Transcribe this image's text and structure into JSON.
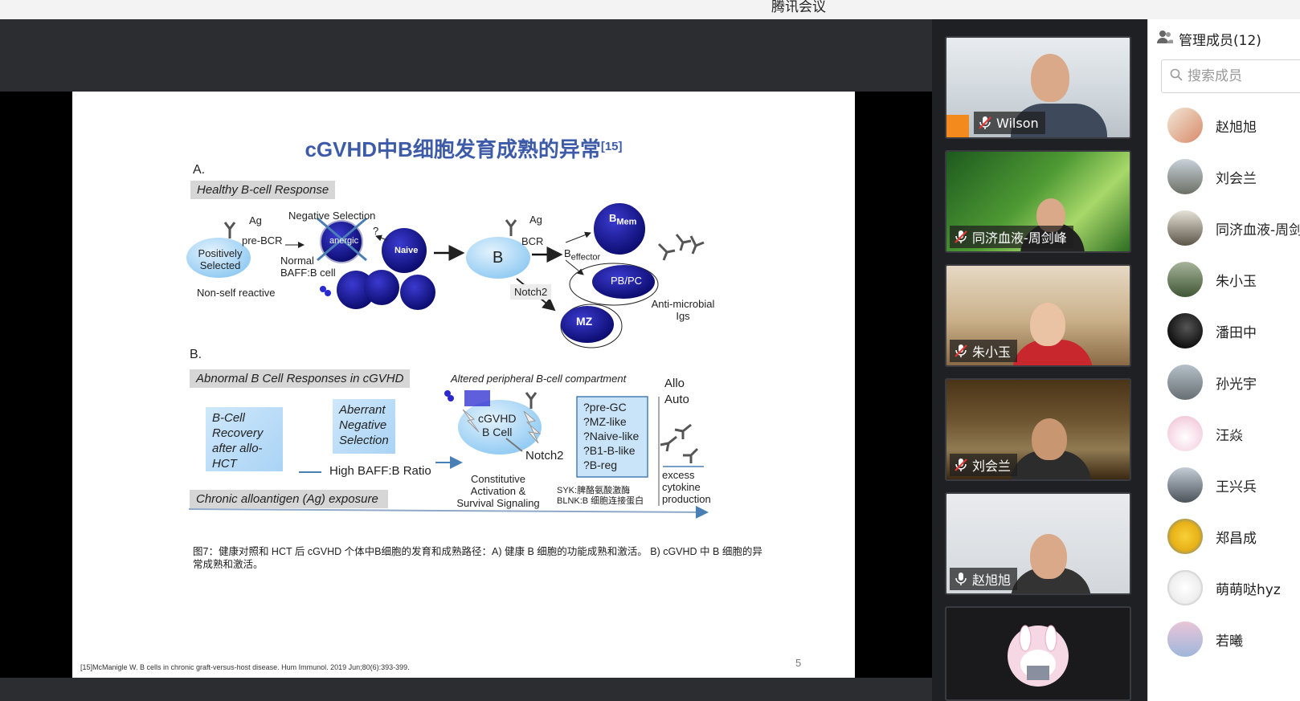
{
  "window": {
    "title": "腾讯会议"
  },
  "slide": {
    "title": "cGVHD中B细胞发育成熟的异常",
    "title_ref": "[15]",
    "section_a": "A.",
    "section_b": "B.",
    "healthy_label": "Healthy B-cell Response",
    "abnormal_label": "Abnormal B Cell Responses in cGVHD",
    "exposure_label": "Chronic alloantigen (Ag) exposure",
    "ag1": "Ag",
    "pre_bcr": "pre-BCR",
    "positively_selected": "Positively\nSelected",
    "non_self": "Non-self reactive",
    "negative_selection": "Negative Selection",
    "anergic": "anergic",
    "question": "?",
    "naive": "Naive",
    "normal_baff": "Normal\nBAFF:B cell",
    "b_cell": "B",
    "ag2": "Ag",
    "bcr": "BCR",
    "b_effector": "B",
    "b_effector_sub": "effector",
    "b_mem": "B",
    "b_mem_sub": "Mem",
    "pbpc": "PB/PC",
    "notch2_a": "Notch2",
    "mz": "MZ",
    "anti_microbial": "Anti-microbial\nIgs",
    "recovery_box": "B-Cell\nRecovery\nafter allo-\nHCT",
    "aberrant_box": "Aberrant\nNegative\nSelection",
    "high_baff": "High BAFF:B Ratio",
    "altered": "Altered peripheral B-cell compartment",
    "cgvhd_cell": "cGVHD\nB Cell",
    "notch2_b": "Notch2",
    "constitutive": "Constitutive\nActivation &\nSurvival Signaling",
    "syk": "SYK:脾酪氨酸激酶\nBLNK:B 细胞连接蛋白",
    "subsets": "?pre-GC\n?MZ-like\n?Naive-like\n?B1-B-like\n?B-reg",
    "allo": "Allo",
    "auto": "Auto",
    "excess": "excess\ncytokine\nproduction",
    "caption": "图7：健康对照和 HCT 后 cGVHD 个体中B细胞的发育和成熟路径：A) 健康 B 细胞的功能成熟和激活。 B) cGVHD 中 B 细胞的异常成熟和激活。",
    "reference": "[15]McManigle W. B cells in chronic graft-versus-host disease. Hum Immunol. 2019 Jun;80(6):393-399.",
    "page_number": "5"
  },
  "videos": [
    {
      "name": "Wilson",
      "mic": "muted",
      "host": true
    },
    {
      "name": "同济血液-周剑峰",
      "mic": "muted",
      "host": false
    },
    {
      "name": "朱小玉",
      "mic": "muted",
      "host": false
    },
    {
      "name": "刘会兰",
      "mic": "muted",
      "host": false
    },
    {
      "name": "赵旭旭",
      "mic": "on",
      "host": false
    }
  ],
  "members_panel": {
    "header": "管理成员(12)",
    "search_placeholder": "搜索成员",
    "members": [
      {
        "name": "赵旭旭"
      },
      {
        "name": "刘会兰"
      },
      {
        "name": "同济血液-周剑"
      },
      {
        "name": "朱小玉"
      },
      {
        "name": "潘田中"
      },
      {
        "name": "孙光宇"
      },
      {
        "name": "汪焱"
      },
      {
        "name": "王兴兵"
      },
      {
        "name": "郑昌成"
      },
      {
        "name": "萌萌哒hyz"
      },
      {
        "name": "若曦"
      }
    ]
  },
  "colors": {
    "accent": "#3d5ba8",
    "cell_dark": "#1a1a8c",
    "cell_light": "#a9d3f5",
    "host_badge": "#f28a1d"
  }
}
